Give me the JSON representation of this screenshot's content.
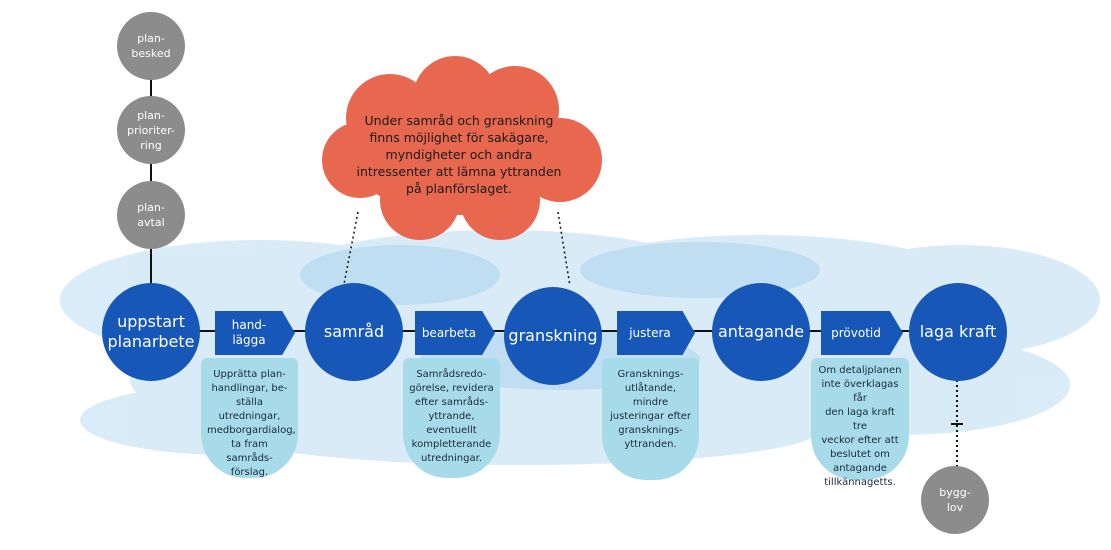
{
  "colors": {
    "main": "#1757b8",
    "gray": "#8c8c8c",
    "desc": "#a8dbe9",
    "cloud": "#e8674f",
    "watercolor": "#b9dcf1"
  },
  "pre_steps": [
    "plan-\nbesked",
    "plan-\nprioriter-\nring",
    "plan-\navtal"
  ],
  "post_step": "bygg-\nlov",
  "main_steps": [
    "uppstart\nplanarbete",
    "samråd",
    "granskning",
    "antagande",
    "laga kraft"
  ],
  "arrows": [
    "hand-\nlägga",
    "bearbeta",
    "justera",
    "prövotid"
  ],
  "descriptions": [
    "Upprätta plan-\nhandlingar, be-\nställa utredningar,\nmedborgardialog,\nta fram samråds-\nförslag.",
    "Samrådsredo-\ngörelse, revidera\nefter samråds-\nyttrande, eventuellt\nkompletterande\nutredningar.",
    "Gransknings-\nutlåtande,\nmindre\njusteringar efter\ngransknings-\nyttranden.",
    "Om detaljplanen\ninte överklagas får\nden laga kraft tre\nveckor efter att\nbeslutet om\nantagande\ntillkännagetts."
  ],
  "cloud_text": "Under samråd och granskning\nfinns möjlighet för sakägare,\nmyndigheter och andra\nintressenter att lämna yttranden\npå planförslaget."
}
